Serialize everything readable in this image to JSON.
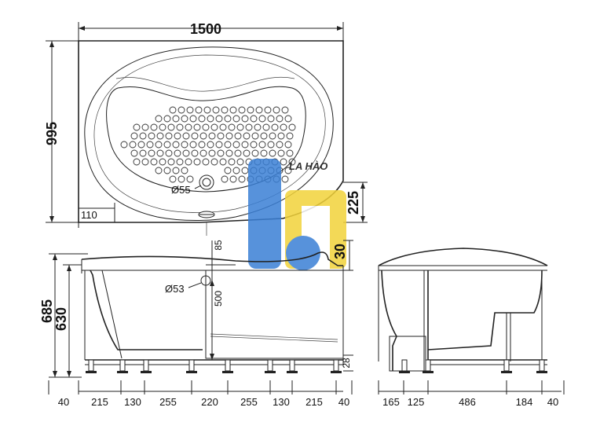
{
  "top_view": {
    "width": "1500",
    "depth": "995",
    "offset_left": "110",
    "drain_offset": "225",
    "drain_label": "Ø55"
  },
  "front_view": {
    "height_total": "685",
    "height_rim": "630",
    "panel_gap": "85",
    "panel_height": "500",
    "step": "30",
    "overflow_label": "Ø53",
    "foot_height": "28",
    "bottom_dims": [
      "40",
      "215",
      "130",
      "255",
      "220",
      "255",
      "130",
      "215",
      "40"
    ]
  },
  "side_view": {
    "bottom_dims": [
      "165",
      "125",
      "486",
      "184",
      "40"
    ]
  },
  "watermark": {
    "text": "LA HÀO",
    "colors": {
      "blue": "#3a7fd5",
      "yellow": "#f2d33a"
    }
  }
}
